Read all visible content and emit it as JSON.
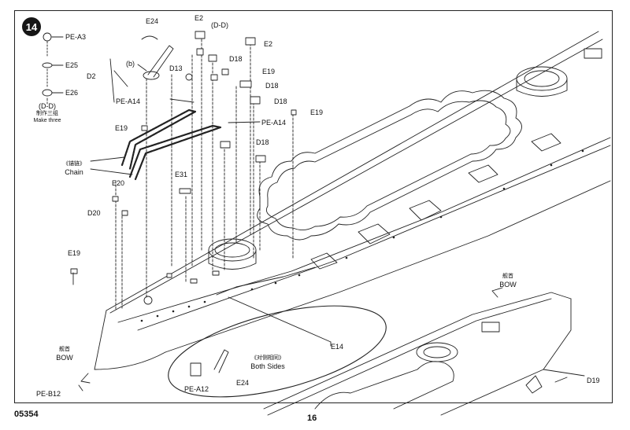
{
  "step_number": "14",
  "footer": {
    "product_code": "05354",
    "page_number": "16"
  },
  "parts": {
    "pe_a3": "PE-A3",
    "e25": "E25",
    "e26": "E26",
    "e24_top": "E24",
    "e2_left": "E2",
    "dd_top": "(D-D)",
    "e2_right": "E2",
    "d18_a": "D18",
    "e19_a": "E19",
    "d18_b": "D18",
    "d18_c": "D18",
    "e19_right": "E19",
    "pe_a14_right": "PE-A14",
    "d18_d": "D18",
    "b_label": "(b)",
    "d2": "D2",
    "d13": "D13",
    "pe_a14_left": "PE-A14",
    "e19_left": "E19",
    "e31": "E31",
    "e20": "E20",
    "d20": "D20",
    "e19_bottom": "E19",
    "e14": "E14",
    "pe_a12": "PE-A12",
    "e24_bottom": "E24",
    "pe_b12": "PE-B12",
    "d19": "D19"
  },
  "notes": {
    "dd_label": "(D-D)",
    "make_three_cn": "制作三组",
    "make_three_en": "Make three",
    "chain_cn": "《锚链》",
    "chain_en": "Chain",
    "both_sides_cn": "《对侧相同》",
    "both_sides_en": "Both Sides",
    "bow_cn_left": "舰首",
    "bow_en_left": "BOW",
    "bow_cn_right": "舰首",
    "bow_en_right": "BOW"
  }
}
